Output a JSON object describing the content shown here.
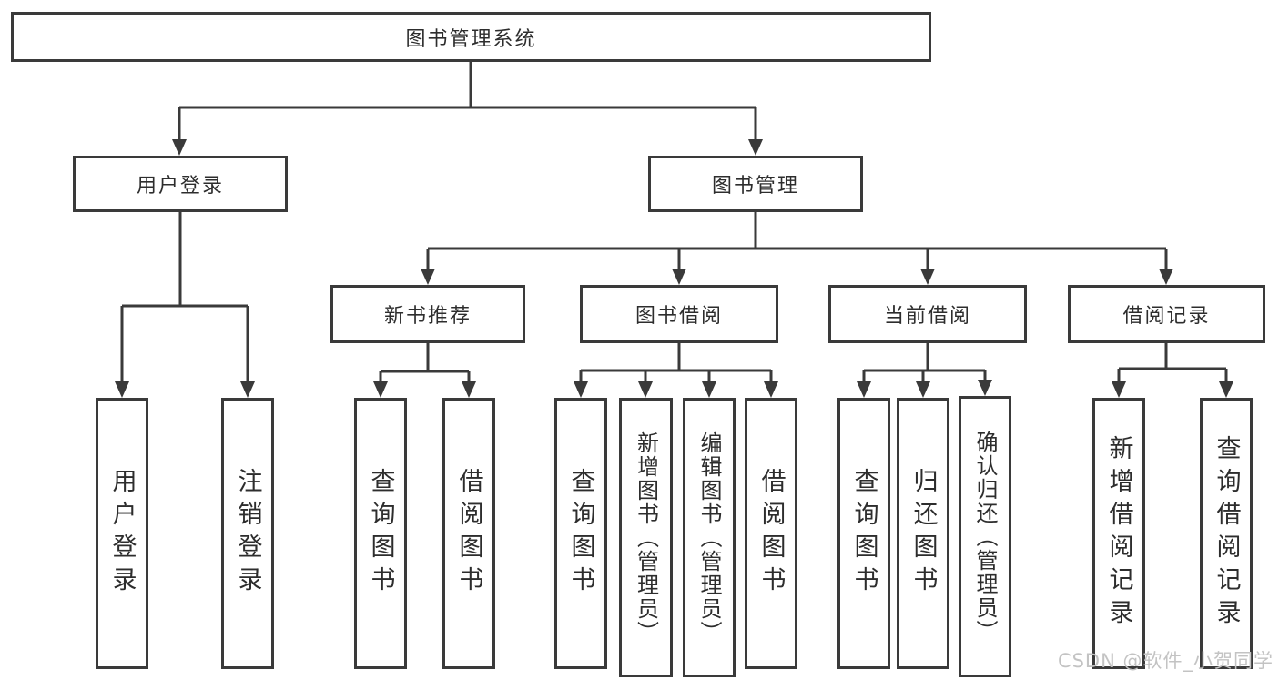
{
  "tree": {
    "label": "图书管理系统",
    "children": [
      {
        "label": "用户登录",
        "children": [
          {
            "label": "用户登录"
          },
          {
            "label": "注销登录"
          }
        ]
      },
      {
        "label": "图书管理",
        "children": [
          {
            "label": "新书推荐",
            "children": [
              {
                "label": "查询图书"
              },
              {
                "label": "借阅图书"
              }
            ]
          },
          {
            "label": "图书借阅",
            "children": [
              {
                "label": "查询图书"
              },
              {
                "label": "新增图书（管理员）"
              },
              {
                "label": "编辑图书（管理员）"
              },
              {
                "label": "借阅图书"
              }
            ]
          },
          {
            "label": "当前借阅",
            "children": [
              {
                "label": "查询图书"
              },
              {
                "label": "归还图书"
              },
              {
                "label": "确认归还（管理员）"
              }
            ]
          },
          {
            "label": "借阅记录",
            "children": [
              {
                "label": "新增借阅记录"
              },
              {
                "label": "查询借阅记录"
              }
            ]
          }
        ]
      }
    ]
  },
  "watermark": {
    "text": "CSDN @软件_小贺同学"
  },
  "colors": {
    "line": "#3a3a3a",
    "box_border": "#3a3a3a",
    "text": "#2d2d2d",
    "watermark": "#c3c3c3",
    "background": "#ffffff"
  }
}
